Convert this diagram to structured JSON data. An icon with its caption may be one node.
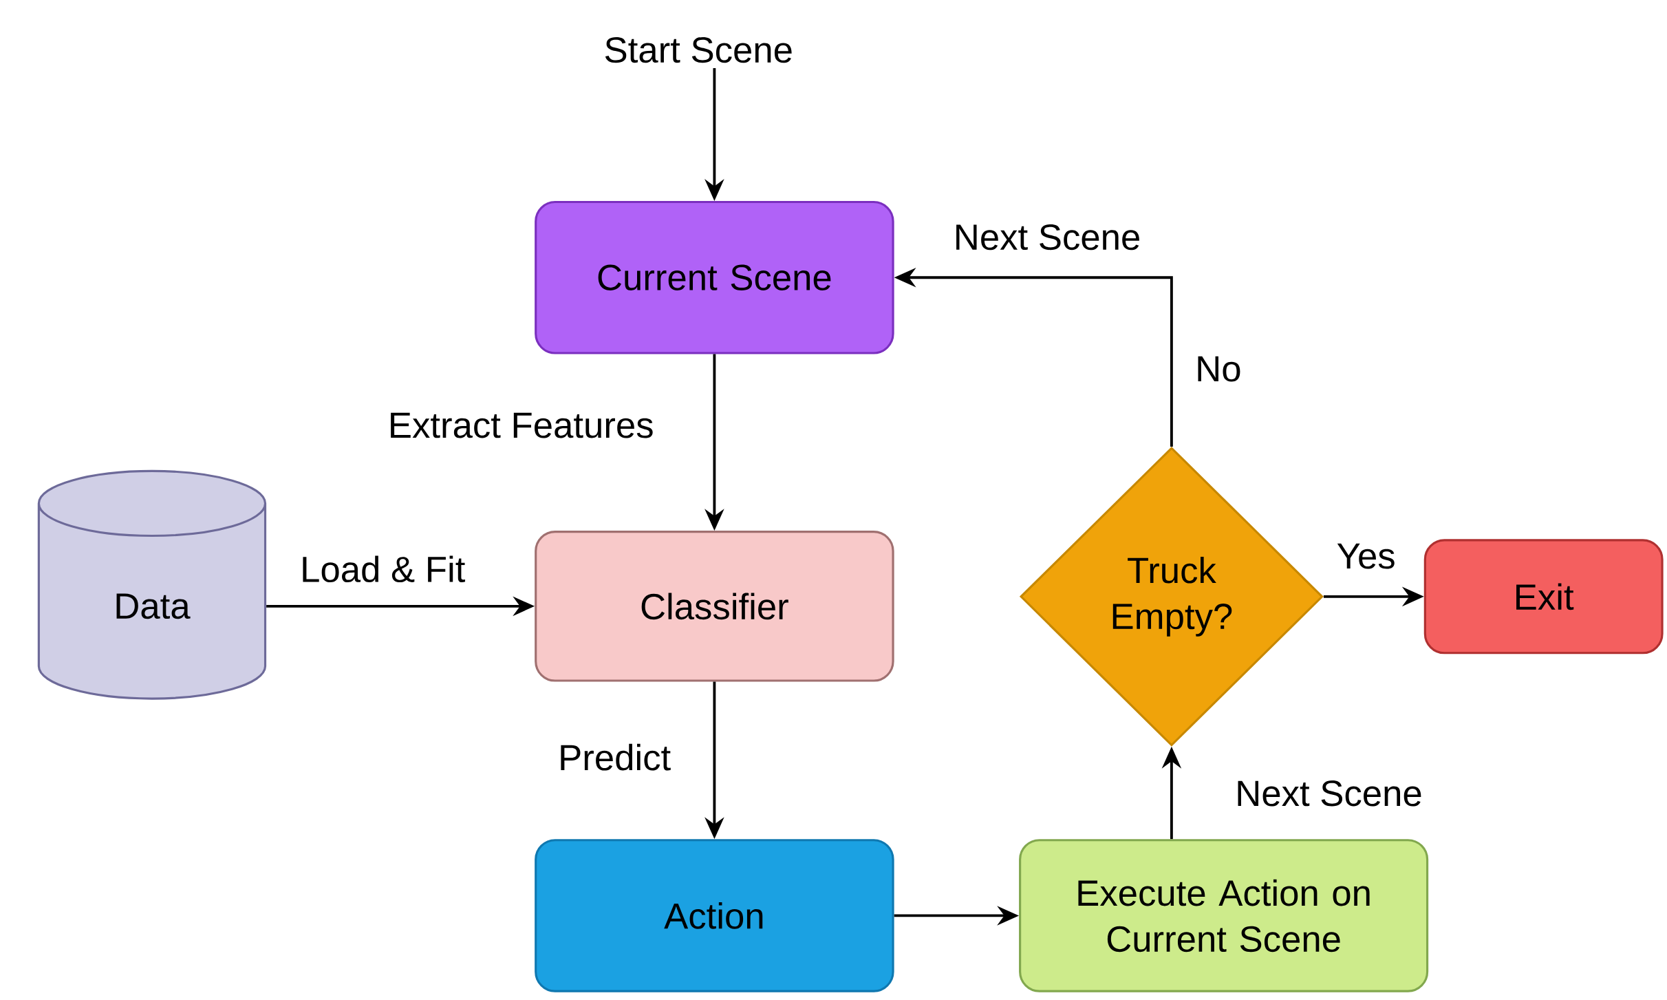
{
  "diagram": {
    "nodes": [
      {
        "text": [
          "Start Scene"
        ]
      },
      {
        "text": [
          "Current Scene"
        ]
      },
      {
        "text": [
          "Data"
        ]
      },
      {
        "text": [
          "Classifier"
        ]
      },
      {
        "text": [
          "Truck Empty?"
        ]
      },
      {
        "text": [
          "Exit"
        ]
      },
      {
        "text": [
          "Action"
        ]
      },
      {
        "text": [
          "Execute Action on Current Scene"
        ]
      }
    ],
    "edges": [
      {
        "from": 0,
        "to": 1,
        "arrow": "to"
      },
      {
        "from": 1,
        "to": 3,
        "arrow": "to",
        "label": "Extract Features"
      },
      {
        "from": 2,
        "to": 3,
        "arrow": "to",
        "label": "Load & Fit"
      },
      {
        "from": 3,
        "to": 6,
        "arrow": "to",
        "label": "Predict"
      },
      {
        "from": 6,
        "to": 7,
        "arrow": "to"
      },
      {
        "from": 7,
        "to": 4,
        "arrow": "to",
        "label": "Next Scene"
      },
      {
        "from": 4,
        "to": 5,
        "arrow": "to",
        "label": "Yes"
      },
      {
        "from": 4,
        "to": 1,
        "arrow": "to",
        "label": "No"
      }
    ],
    "labels": [
      "Next Scene"
    ]
  }
}
